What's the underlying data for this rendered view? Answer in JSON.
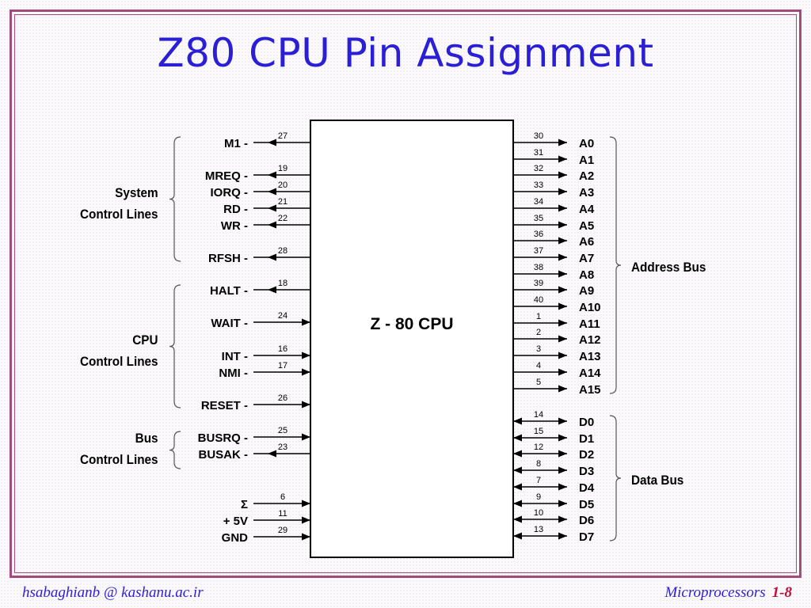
{
  "title": "Z80 CPU Pin Assignment",
  "chip_label": "Z - 80 CPU",
  "groups": {
    "system": [
      "System",
      "Control Lines"
    ],
    "cpu": [
      "CPU",
      "Control Lines"
    ],
    "bus": [
      "Bus",
      "Control Lines"
    ]
  },
  "address_bus_label": "Address Bus",
  "data_bus_label": "Data Bus",
  "left_pins": [
    {
      "name": "M1 -",
      "pin": "27",
      "dir": "out"
    },
    {
      "name": "MREQ -",
      "pin": "19",
      "dir": "out"
    },
    {
      "name": "IORQ -",
      "pin": "20",
      "dir": "out"
    },
    {
      "name": "RD -",
      "pin": "21",
      "dir": "out"
    },
    {
      "name": "WR -",
      "pin": "22",
      "dir": "out"
    },
    {
      "name": "RFSH -",
      "pin": "28",
      "dir": "out"
    },
    {
      "name": "HALT -",
      "pin": "18",
      "dir": "out"
    },
    {
      "name": "WAIT -",
      "pin": "24",
      "dir": "in"
    },
    {
      "name": "INT -",
      "pin": "16",
      "dir": "in"
    },
    {
      "name": "NMI -",
      "pin": "17",
      "dir": "in"
    },
    {
      "name": "RESET -",
      "pin": "26",
      "dir": "in"
    },
    {
      "name": "BUSRQ -",
      "pin": "25",
      "dir": "in"
    },
    {
      "name": "BUSAK -",
      "pin": "23",
      "dir": "out"
    },
    {
      "name": "Ʃ",
      "pin": "6",
      "dir": "in"
    },
    {
      "name": "+ 5V",
      "pin": "11",
      "dir": "in"
    },
    {
      "name": "GND",
      "pin": "29",
      "dir": "in"
    }
  ],
  "address_pins": [
    {
      "name": "A0",
      "pin": "30"
    },
    {
      "name": "A1",
      "pin": "31"
    },
    {
      "name": "A2",
      "pin": "32"
    },
    {
      "name": "A3",
      "pin": "33"
    },
    {
      "name": "A4",
      "pin": "34"
    },
    {
      "name": "A5",
      "pin": "35"
    },
    {
      "name": "A6",
      "pin": "36"
    },
    {
      "name": "A7",
      "pin": "37"
    },
    {
      "name": "A8",
      "pin": "38"
    },
    {
      "name": "A9",
      "pin": "39"
    },
    {
      "name": "A10",
      "pin": "40"
    },
    {
      "name": "A11",
      "pin": "1"
    },
    {
      "name": "A12",
      "pin": "2"
    },
    {
      "name": "A13",
      "pin": "3"
    },
    {
      "name": "A14",
      "pin": "4"
    },
    {
      "name": "A15",
      "pin": "5"
    }
  ],
  "data_pins": [
    {
      "name": "D0",
      "pin": "14"
    },
    {
      "name": "D1",
      "pin": "15"
    },
    {
      "name": "D2",
      "pin": "12"
    },
    {
      "name": "D3",
      "pin": "8"
    },
    {
      "name": "D4",
      "pin": "7"
    },
    {
      "name": "D5",
      "pin": "9"
    },
    {
      "name": "D6",
      "pin": "10"
    },
    {
      "name": "D7",
      "pin": "13"
    }
  ],
  "footer": {
    "left": "hsabaghianb @ kashanu.ac.ir",
    "right": "Microprocessors",
    "page": "1-8"
  }
}
